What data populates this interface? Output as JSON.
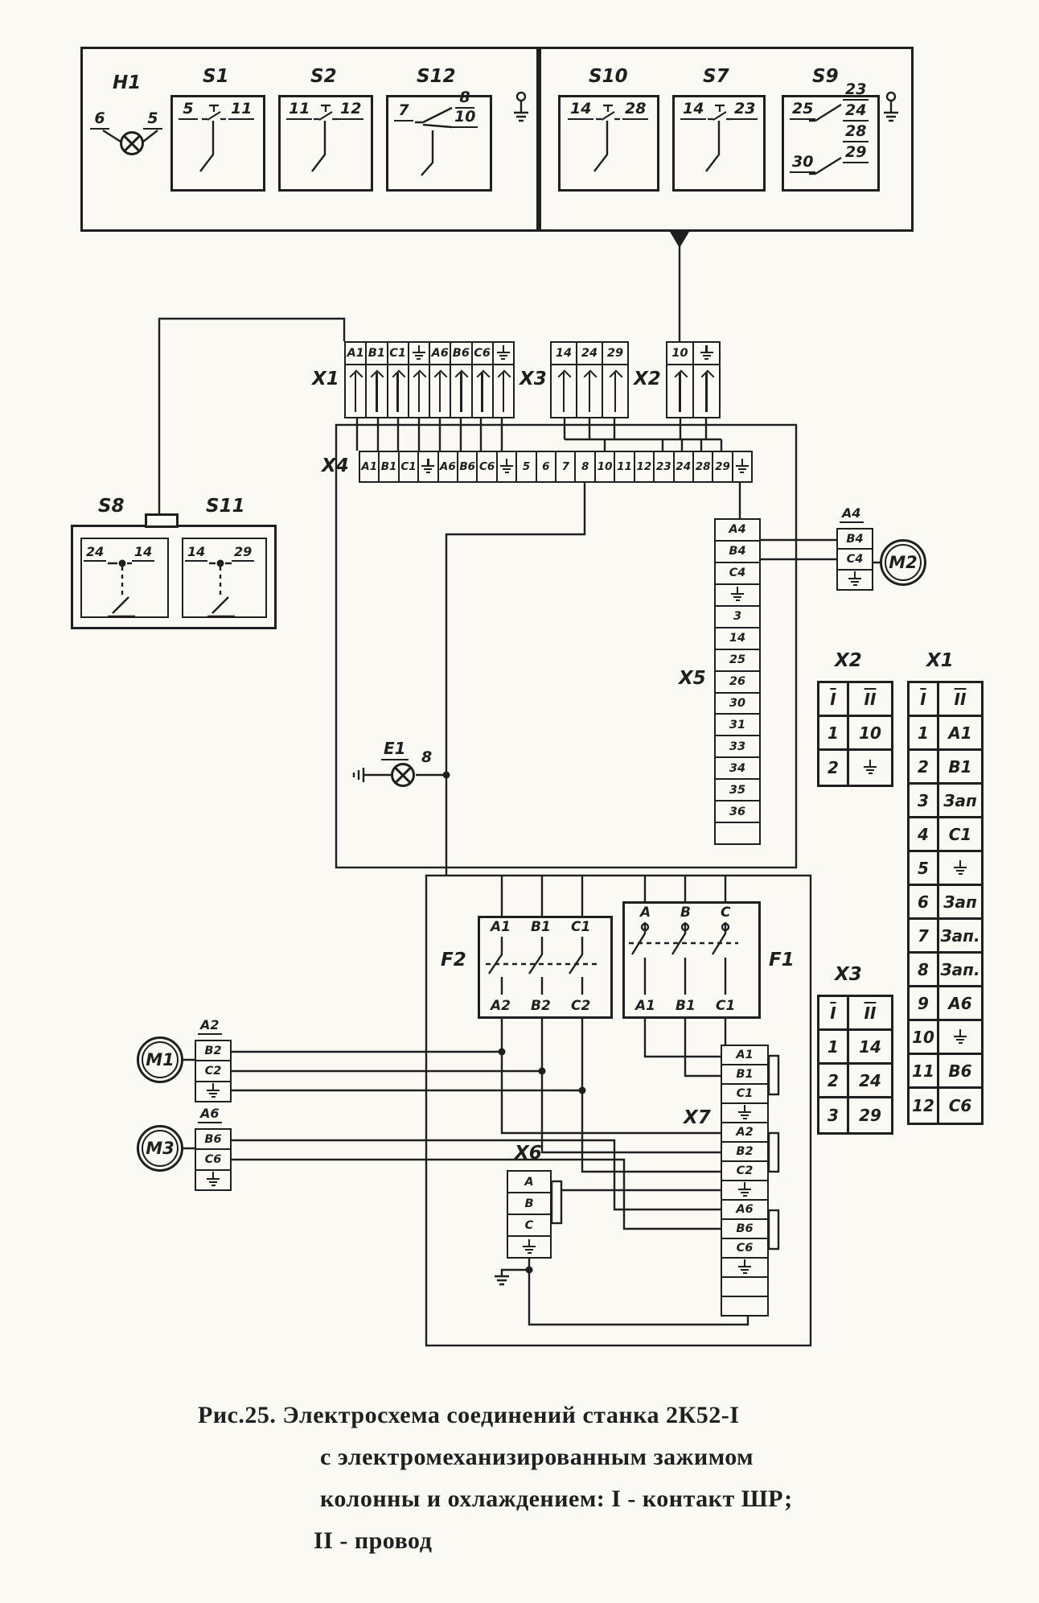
{
  "colors": {
    "ink": "#1f1f1f",
    "paper": "#faf9f4"
  },
  "panel": {
    "h1": {
      "label": "H1",
      "pin_left": "6",
      "pin_right": "5"
    },
    "s1": {
      "label": "S1",
      "pin_left": "5",
      "pin_right": "11"
    },
    "s2": {
      "label": "S2",
      "pin_left": "11",
      "pin_right": "12"
    },
    "s12": {
      "label": "S12",
      "pin_left": "7",
      "pin_right_top": "8",
      "pin_right_bottom": "10"
    },
    "s10": {
      "label": "S10",
      "pin_left": "14",
      "pin_right": "28"
    },
    "s7": {
      "label": "S7",
      "pin_left": "14",
      "pin_right": "23"
    },
    "s9": {
      "label": "S9",
      "pin_left_top": "25",
      "pin_left_bottom": "30",
      "pins_right": [
        "23",
        "24",
        "28",
        "29"
      ]
    }
  },
  "switch_block": {
    "s8": {
      "label": "S8",
      "pin_left": "24",
      "pin_right": "14"
    },
    "s11": {
      "label": "S11",
      "pin_left": "14",
      "pin_right": "29"
    }
  },
  "connectors": {
    "x1": {
      "label": "X1",
      "terminals": [
        "A1",
        "B1",
        "C1",
        "⏚",
        "А6",
        "В6",
        "С6",
        "⏚"
      ]
    },
    "x3": {
      "label": "X3",
      "terminals": [
        "14",
        "24",
        "29"
      ]
    },
    "x2": {
      "label": "X2",
      "terminals": [
        "10",
        "⏚"
      ]
    },
    "x4": {
      "label": "X4",
      "terminals": [
        "A1",
        "B1",
        "C1",
        "⏚",
        "А6",
        "В6",
        "С6",
        "⏚",
        "5",
        "6",
        "7",
        "8",
        "10",
        "11",
        "12",
        "23",
        "24",
        "28",
        "29",
        "⏚"
      ]
    },
    "x5": {
      "label": "X5",
      "terminals": [
        "A4",
        "B4",
        "C4",
        "⏚",
        "3",
        "14",
        "25",
        "26",
        "30",
        "31",
        "33",
        "34",
        "35",
        "36",
        ""
      ]
    },
    "x6": {
      "label": "X6",
      "terminals": [
        "A",
        "B",
        "C",
        "⏚"
      ]
    },
    "x7": {
      "label": "X7",
      "terminals": [
        "A1",
        "B1",
        "C1",
        "⏚",
        "A2",
        "B2",
        "C2",
        "⏚",
        "А6",
        "В6",
        "С6",
        "⏚",
        "",
        ""
      ]
    }
  },
  "motors": {
    "m1": {
      "label": "M1",
      "header": "A2",
      "terminals": [
        "B2",
        "C2",
        "⏚"
      ]
    },
    "m2": {
      "label": "M2",
      "header": "A4",
      "terminals": [
        "B4",
        "C4",
        "⏚"
      ]
    },
    "m3": {
      "label": "M3",
      "header": "А6",
      "terminals": [
        "В6",
        "С6",
        "⏚"
      ]
    }
  },
  "breakers": {
    "f2": {
      "label": "F2",
      "top": [
        "A1",
        "B1",
        "C1"
      ],
      "bottom": [
        "A2",
        "B2",
        "C2"
      ]
    },
    "f1": {
      "label": "F1",
      "top": [
        "A",
        "B",
        "C"
      ],
      "bottom": [
        "A1",
        "B1",
        "C1"
      ]
    }
  },
  "lamp_e1": {
    "label": "E1",
    "pin": "8"
  },
  "tables": {
    "x2": {
      "label": "X2",
      "headers": [
        "I",
        "II"
      ],
      "rows": [
        [
          "1",
          "10"
        ],
        [
          "2",
          "⏚"
        ]
      ]
    },
    "x1": {
      "label": "X1",
      "headers": [
        "I",
        "II"
      ],
      "rows": [
        [
          "1",
          "A1"
        ],
        [
          "2",
          "B1"
        ],
        [
          "3",
          "Зап"
        ],
        [
          "4",
          "C1"
        ],
        [
          "5",
          "⏚"
        ],
        [
          "6",
          "Зап"
        ],
        [
          "7",
          "Зап."
        ],
        [
          "8",
          "Зап."
        ],
        [
          "9",
          "А6"
        ],
        [
          "10",
          "⏚"
        ],
        [
          "11",
          "В6"
        ],
        [
          "12",
          "С6"
        ]
      ]
    },
    "x3": {
      "label": "X3",
      "headers": [
        "I",
        "II"
      ],
      "rows": [
        [
          "1",
          "14"
        ],
        [
          "2",
          "24"
        ],
        [
          "3",
          "29"
        ]
      ]
    }
  },
  "caption": {
    "lines": [
      "Рис.25. Электросхема соединений станка 2К52-I",
      "с электромеханизированным зажимом",
      "колонны и охлаждением: I - контакт ШР;",
      "II - провод"
    ]
  }
}
